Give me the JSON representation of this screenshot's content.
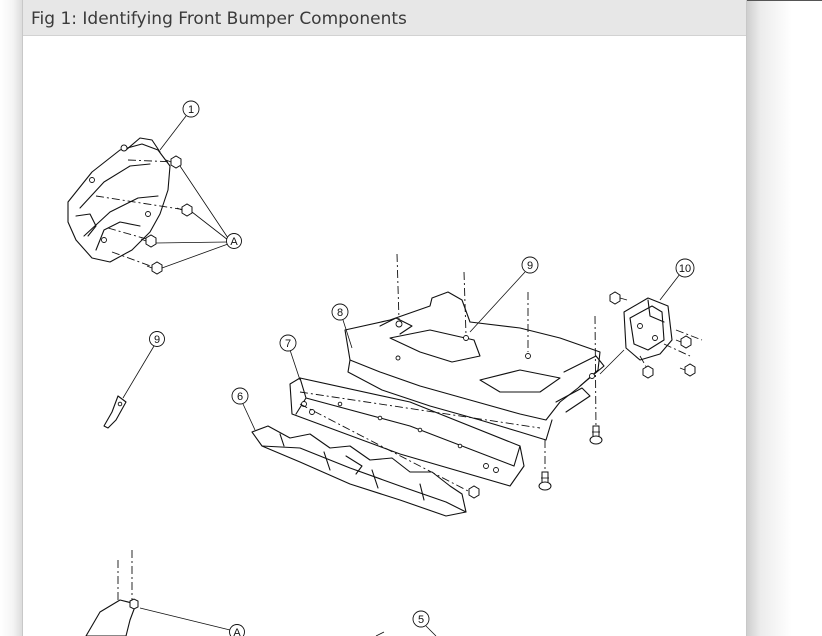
{
  "figure": {
    "caption": "Fig 1: Identifying Front Bumper Components"
  },
  "callouts": {
    "c1": "1",
    "cA_top": "A",
    "c9_right": "9",
    "c10": "10",
    "c8": "8",
    "c9_left": "9",
    "c7": "7",
    "c6": "6",
    "cA_bottom": "A",
    "c5": "5"
  }
}
